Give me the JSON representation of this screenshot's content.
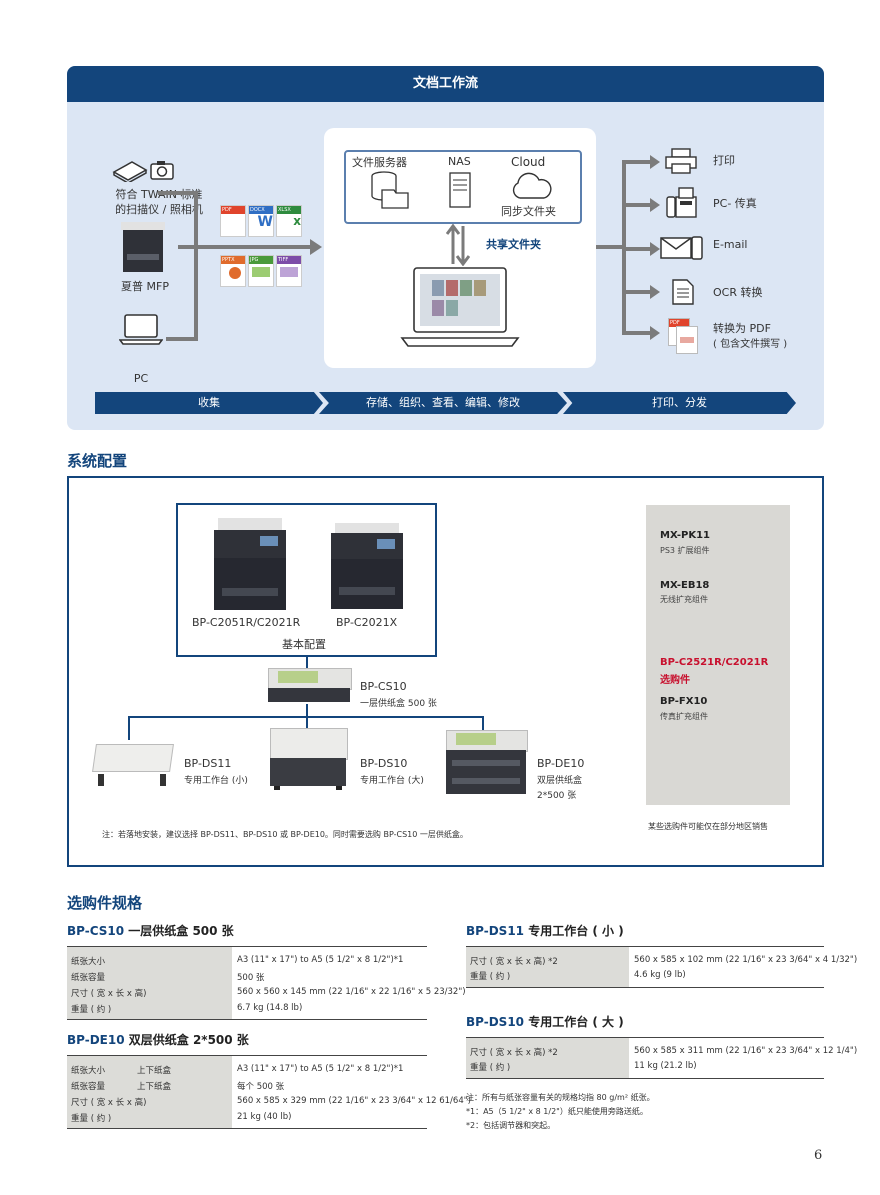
{
  "workflow": {
    "title": "文档工作流",
    "sources": {
      "scanner": "符合 TWAIN 标准\n的扫描仪 / 照相机",
      "mfp": "夏普 MFP",
      "pc": "PC"
    },
    "formats": [
      "PDF",
      "DOCX",
      "XLSX",
      "PPTX",
      "JPG",
      "TIFF"
    ],
    "storage": {
      "file_server": "文件服务器",
      "nas": "NAS",
      "cloud": "Cloud",
      "sync_folder": "同步文件夹"
    },
    "shared_folder": "共享文件夹",
    "outputs": [
      "打印",
      "PC- 传真",
      "E-mail",
      "OCR 转换",
      "转换为 PDF",
      "( 包含文件撰写 )"
    ],
    "stages": [
      "收集",
      "存储、组织、查看、编辑、修改",
      "打印、分发"
    ]
  },
  "system": {
    "title": "系统配置",
    "model_a": "BP-C2051R/C2021R",
    "model_b": "BP-C2021X",
    "base_label": "基本配置",
    "cs10": {
      "name": "BP-CS10",
      "desc": "一层供纸盒 500 张"
    },
    "ds11": {
      "name": "BP-DS11",
      "desc": "专用工作台 (小)"
    },
    "ds10": {
      "name": "BP-DS10",
      "desc": "专用工作台 (大)"
    },
    "de10": {
      "name": "BP-DE10",
      "desc": "双层供纸盒",
      "desc2": "2*500 张"
    },
    "note": "注：若落地安装，建议选择 BP-DS11、BP-DS10 或 BP-DE10。同时需要选购 BP-CS10 一层供纸盒。",
    "options": [
      {
        "name": "MX-PK11",
        "desc": "PS3 扩展组件"
      },
      {
        "name": "MX-EB18",
        "desc": "无线扩充组件"
      },
      {
        "name": "BP-C2521R/C2021R",
        "desc": "选购件"
      },
      {
        "name": "BP-FX10",
        "desc": "传真扩充组件"
      }
    ],
    "options_note": "某些选购件可能仅在部分地区销售",
    "accent_red": "#c8102e"
  },
  "specs": {
    "title": "选购件规格",
    "cs10": {
      "code": "BP-CS10",
      "title": "一层供纸盒 500 张",
      "rows": [
        {
          "label": "纸张大小",
          "value": "A3 (11\" x 17\") to A5 (5 1/2\" x 8 1/2\")*1"
        },
        {
          "label": "纸张容量",
          "value": "500 张"
        },
        {
          "label": "尺寸 ( 宽 x 长 x 高)",
          "value": "560 x 560 x 145 mm (22 1/16\" x 22 1/16\" x 5 23/32\")"
        },
        {
          "label": "重量 ( 约 )",
          "value": "6.7 kg (14.8 lb)"
        }
      ]
    },
    "de10": {
      "code": "BP-DE10",
      "title": "双层供纸盒 2*500 张",
      "rows": [
        {
          "label": "纸张大小",
          "sub": "上下纸盒",
          "value": "A3 (11\" x 17\") to A5 (5 1/2\" x 8 1/2\")*1"
        },
        {
          "label": "纸张容量",
          "sub": "上下纸盒",
          "value": "每个 500 张"
        },
        {
          "label": "尺寸 ( 宽 x 长 x 高)",
          "sub": "",
          "value": "560 x 585 x 329 mm (22 1/16\" x 23 3/64\" x 12 61/64\")"
        },
        {
          "label": "重量 ( 约 )",
          "sub": "",
          "value": "21 kg (40 lb)"
        }
      ]
    },
    "ds11": {
      "code": "BP-DS11",
      "title": "专用工作台 ( 小 )",
      "rows": [
        {
          "label": "尺寸 ( 宽 x 长 x 高)  *2",
          "value": "560 x 585 x 102 mm (22 1/16\" x 23 3/64\" x 4 1/32\")"
        },
        {
          "label": "重量 ( 约 )",
          "value": "4.6 kg (9 lb)"
        }
      ]
    },
    "ds10": {
      "code": "BP-DS10",
      "title": "专用工作台 ( 大 )",
      "rows": [
        {
          "label": "尺寸 ( 宽 x 长 x 高)  *2",
          "value": "560 x 585 x 311 mm (22 1/16\" x 23 3/64\" x 12 1/4\")"
        },
        {
          "label": "重量 ( 约 )",
          "value": "11 kg (21.2 lb)"
        }
      ]
    },
    "notes": [
      "注：所有与纸张容量有关的规格均指 80 g/m² 纸张。",
      "*1：A5（5 1/2\" x 8 1/2\"）纸只能使用旁路送纸。",
      "*2：包括调节器和突起。"
    ]
  },
  "page_number": "6"
}
